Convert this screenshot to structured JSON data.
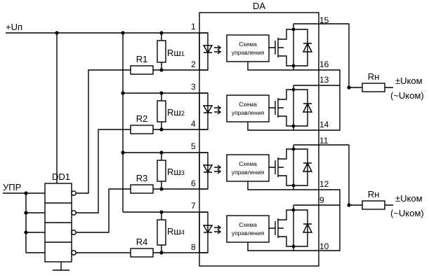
{
  "supply": {
    "label": "+Uп"
  },
  "control": {
    "input_label": "УПР",
    "chip_label": "DD1"
  },
  "module": {
    "label": "DA",
    "block_line1": "Схема",
    "block_line2": "управления"
  },
  "resistors": {
    "series": [
      "R1",
      "R2",
      "R3",
      "R4"
    ],
    "shunt": [
      {
        "main": "Rш",
        "sub": "1"
      },
      {
        "main": "Rш",
        "sub": "2"
      },
      {
        "main": "Rш",
        "sub": "3"
      },
      {
        "main": "Rш",
        "sub": "4"
      }
    ]
  },
  "pins": {
    "inputs": [
      [
        "1",
        "2"
      ],
      [
        "3",
        "4"
      ],
      [
        "5",
        "6"
      ],
      [
        "7",
        "8"
      ]
    ],
    "outputs": [
      [
        "15",
        "16"
      ],
      [
        "13",
        "14"
      ],
      [
        "11",
        "12"
      ],
      [
        "9",
        "10"
      ]
    ]
  },
  "loads": [
    {
      "label": "Rн",
      "voltage_label": "±Uком",
      "ac_label": "(~Uком)"
    },
    {
      "label": "Rн",
      "voltage_label": "±Uком",
      "ac_label": "(~Uком)"
    }
  ]
}
